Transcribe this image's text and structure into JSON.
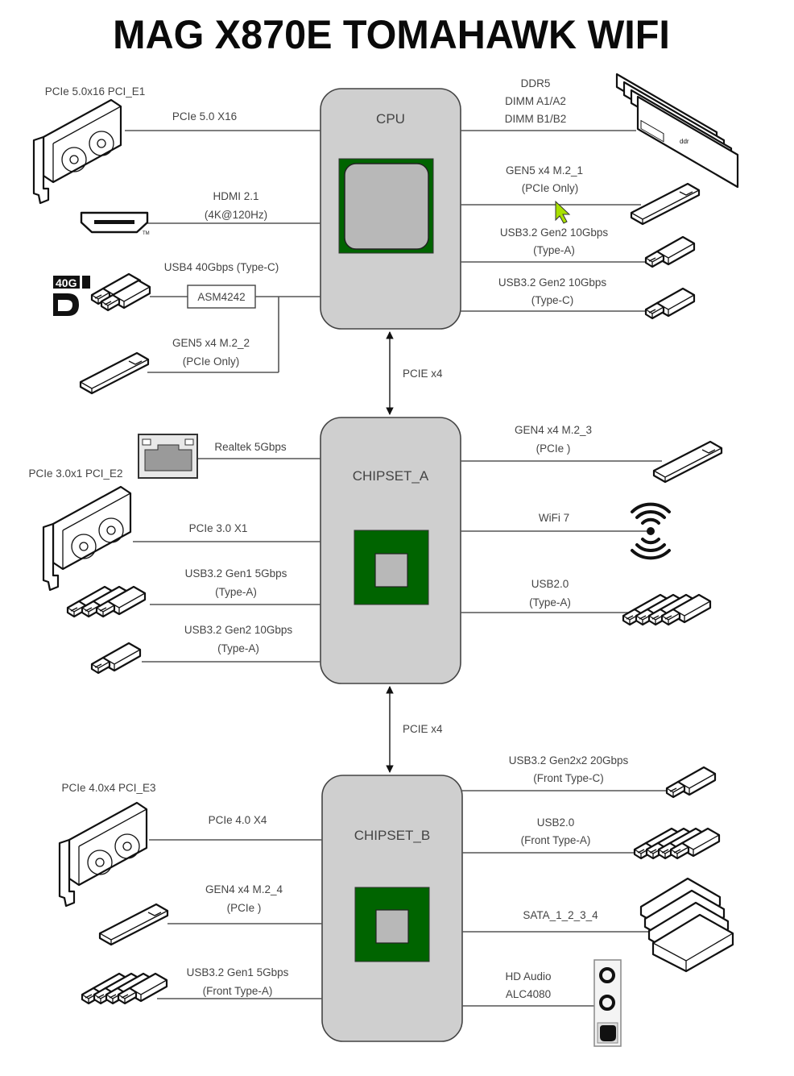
{
  "title": "MAG X870E TOMAHAWK WIFI",
  "colors": {
    "hub_fill": "#cfcfcf",
    "chip_green": "#006400",
    "die_gray": "#b8b8b8",
    "wire": "#555555",
    "cursor": "#a8e000"
  },
  "hubs": {
    "cpu": {
      "label": "CPU"
    },
    "chipset_a": {
      "label": "CHIPSET_A"
    },
    "chipset_b": {
      "label": "CHIPSET_B"
    }
  },
  "links": {
    "cpu_to_chipset_a": "PCIE x4",
    "chipset_a_to_chipset_b": "PCIE x4"
  },
  "cpu": {
    "left": [
      {
        "device_label": "PCIe 5.0x16 PCI_E1",
        "link_lines": [
          "PCIe 5.0 X16"
        ],
        "icon": "graphics-card-icon"
      },
      {
        "link_lines": [
          "HDMI 2.1",
          "(4K@120Hz)"
        ],
        "icon": "hdmi-port-icon"
      },
      {
        "link_lines": [
          "USB4 40Gbps (Type-C)"
        ],
        "bridge": "ASM4242",
        "icon": "usb-c-dual-icon",
        "badges": [
          "40G",
          "DP"
        ]
      },
      {
        "link_lines": [
          "GEN5 x4 M.2_2",
          "(PCIe Only)"
        ],
        "icon": "m2-ssd-icon"
      }
    ],
    "right": [
      {
        "link_lines": [
          "DDR5",
          "DIMM A1/A2",
          "DIMM B1/B2"
        ],
        "icon": "ram-modules-icon"
      },
      {
        "link_lines": [
          "GEN5 x4 M.2_1",
          "(PCIe Only)"
        ],
        "icon": "m2-ssd-icon"
      },
      {
        "link_lines": [
          "USB3.2 Gen2 10Gbps",
          "(Type-A)"
        ],
        "icon": "usb-stick-icon"
      },
      {
        "link_lines": [
          "USB3.2 Gen2 10Gbps",
          "(Type-C)"
        ],
        "icon": "usb-stick-icon"
      }
    ]
  },
  "chipset_a": {
    "left": [
      {
        "link_lines": [
          "Realtek 5Gbps"
        ],
        "icon": "ethernet-port-icon"
      },
      {
        "device_label": "PCIe 3.0x1 PCI_E2",
        "link_lines": [
          "PCIe 3.0 X1"
        ],
        "icon": "graphics-card-icon"
      },
      {
        "link_lines": [
          "USB3.2 Gen1 5Gbps",
          "(Type-A)"
        ],
        "icon": "usb-stick-triple-icon"
      },
      {
        "link_lines": [
          "USB3.2 Gen2 10Gbps",
          "(Type-A)"
        ],
        "icon": "usb-stick-icon"
      }
    ],
    "right": [
      {
        "link_lines": [
          "GEN4 x4 M.2_3",
          "(PCIe )"
        ],
        "icon": "m2-ssd-icon"
      },
      {
        "link_lines": [
          "WiFi 7"
        ],
        "icon": "wifi-signal-icon"
      },
      {
        "link_lines": [
          "USB2.0",
          "(Type-A)"
        ],
        "icon": "usb-stick-quad-icon"
      }
    ]
  },
  "chipset_b": {
    "left": [
      {
        "device_label": "PCIe 4.0x4 PCI_E3",
        "link_lines": [
          "PCIe 4.0 X4"
        ],
        "icon": "graphics-card-icon"
      },
      {
        "link_lines": [
          "GEN4 x4 M.2_4",
          "(PCIe )"
        ],
        "icon": "m2-ssd-icon"
      },
      {
        "link_lines": [
          "USB3.2 Gen1 5Gbps",
          "(Front Type-A)"
        ],
        "icon": "usb-stick-quad-icon"
      }
    ],
    "right": [
      {
        "link_lines": [
          "USB3.2 Gen2x2 20Gbps",
          "(Front Type-C)"
        ],
        "icon": "usb-stick-icon"
      },
      {
        "link_lines": [
          "USB2.0",
          "(Front Type-A)"
        ],
        "icon": "usb-stick-quad-icon"
      },
      {
        "link_lines": [
          "SATA_1_2_3_4"
        ],
        "icon": "sata-drives-icon"
      },
      {
        "link_lines": [
          "HD Audio",
          "ALC4080"
        ],
        "icon": "audio-jacks-icon"
      }
    ]
  }
}
